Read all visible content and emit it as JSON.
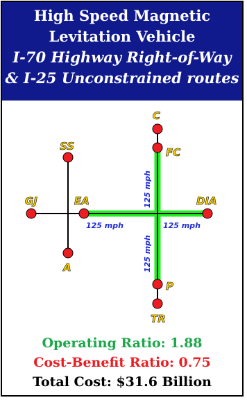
{
  "header": {
    "line1": "High Speed Magnetic",
    "line2": "Levitation Vehicle",
    "line3": "I-70 Highway Right-of-Way",
    "line4": "& I-25 Unconstrained routes"
  },
  "stations": {
    "C": "C",
    "FC": "FC",
    "SS": "SS",
    "GJ": "GJ",
    "EA": "EA",
    "DIA": "DIA",
    "A": "A",
    "P": "P",
    "TR": "TR"
  },
  "speeds": {
    "north": "125 mph",
    "west": "125 mph",
    "east": "125 mph",
    "south": "125 mph"
  },
  "colors": {
    "header_bg": "#111a8c",
    "route_active": "#22ee22",
    "station_fill": "#ee1d23",
    "station_label": "#ffd200",
    "speed_label": "#1c2bd6"
  },
  "footer": {
    "operating_ratio": "Operating Ratio: 1.88",
    "cost_benefit_ratio": "Cost-Benefit Ratio: 0.75",
    "total_cost": "Total Cost: $31.6 Billion"
  }
}
